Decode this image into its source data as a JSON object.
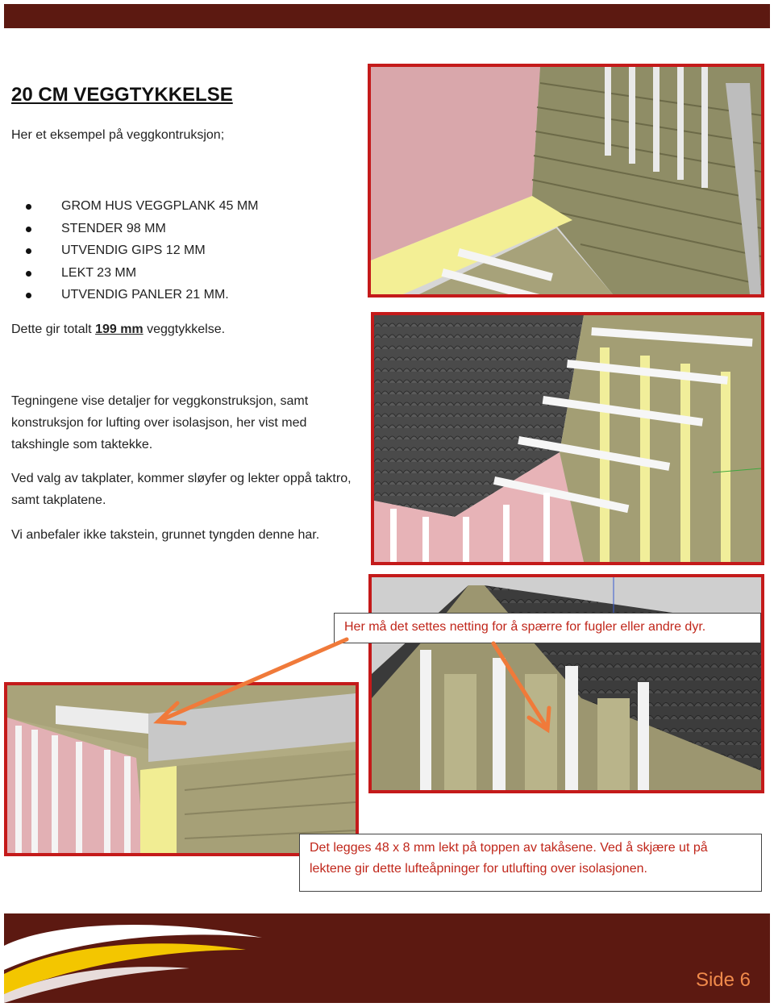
{
  "header": {
    "bar_color": "#5c1911"
  },
  "title": "20 CM VEGGTYKKELSE",
  "intro": "Her et eksempel på veggkontruksjon;",
  "spec_items": [
    "GROM HUS VEGGPLANK 45 MM",
    "STENDER 98 MM",
    "UTVENDIG GIPS 12 MM",
    "LEKT 23 MM",
    "UTVENDIG PANLER 21 MM."
  ],
  "total": {
    "prefix": "Dette gir totalt",
    "value": "199 mm",
    "suffix": "veggtykkelse."
  },
  "paragraphs": [
    "Tegningene vise detaljer for veggkonstruksjon, samt konstruksjon for lufting over isolasjson, her vist med takshingle som taktekke.",
    "Ved valg av takplater, kommer sløyfer og lekter oppå taktro, samt takplatene.",
    "Vi anbefaler ikke takstein, grunnet tyngden denne har."
  ],
  "callouts": {
    "netting": "Her må det settes netting for å spærre for fugler eller andre dyr.",
    "lekt": "Det legges 48 x 8 mm lekt på toppen av takåsene. Ved å skjære ut på lektene gir dette lufteåpninger for utlufting over isolasjonen."
  },
  "colors": {
    "frame": "#c41a1a",
    "callout_text": "#c0261a",
    "arrow": "#f07a3a",
    "footer": "#5c1911",
    "page_number": "#f08a4b"
  },
  "footer": {
    "page_label": "Side 6"
  }
}
